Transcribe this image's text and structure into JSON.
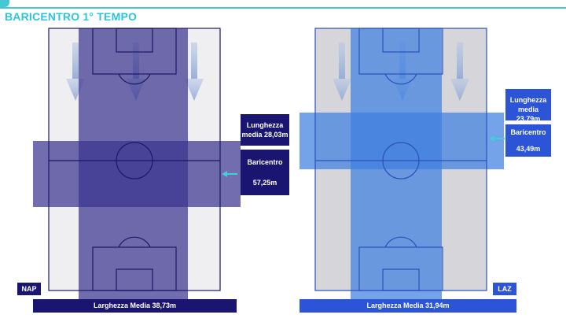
{
  "title": "BARICENTRO 1° TEMPO",
  "colors": {
    "accent": "#2ec4d8",
    "home": "#1a1570",
    "away": "#2b55d6"
  },
  "home": {
    "team": "NAP",
    "lunghezza_label": "Lunghezza media 28,03m",
    "baricentro_label": "Baricentro",
    "baricentro_value": "57,25m",
    "larghezza_label": "Larghezza Media 38,73m"
  },
  "away": {
    "team": "LAZ",
    "lunghezza_label": "Lunghezza media 23,79m",
    "baricentro_label": "Baricentro",
    "baricentro_value": "43,49m",
    "larghezza_label": "Larghezza Media 31,94m"
  }
}
